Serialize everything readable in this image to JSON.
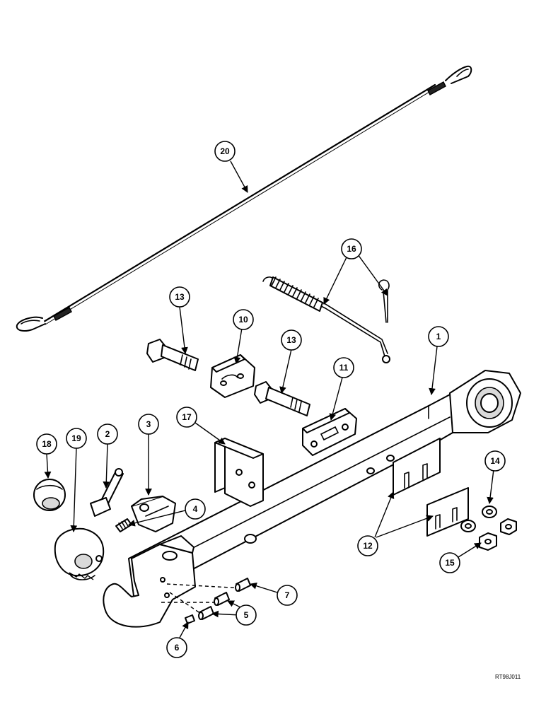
{
  "diagram": {
    "reference_code": "RT98J011",
    "callouts": {
      "c1": "1",
      "c2": "2",
      "c3": "3",
      "c4": "4",
      "c5": "5",
      "c6": "6",
      "c7": "7",
      "c10": "10",
      "c11": "11",
      "c12": "12",
      "c13a": "13",
      "c13b": "13",
      "c14": "14",
      "c15": "15",
      "c16": "16",
      "c17": "17",
      "c18": "18",
      "c19": "19",
      "c20": "20"
    },
    "colors": {
      "line": "#000000",
      "background": "#ffffff",
      "shade": "#d9d9d9"
    }
  }
}
